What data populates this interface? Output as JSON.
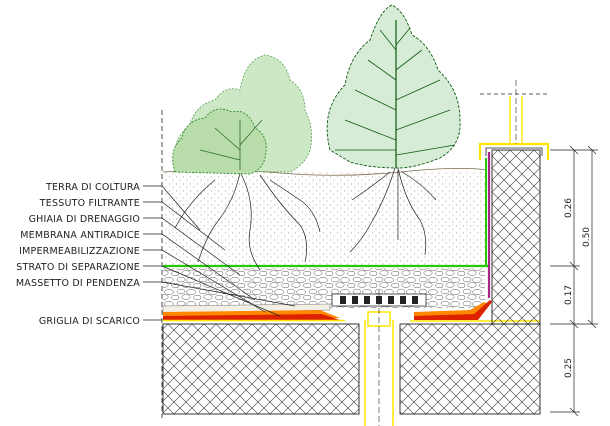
{
  "labels": [
    "TERRA DI COLTURA",
    "TESSUTO FILTRANTE",
    "GHIAIA DI DRENAGGIO",
    "MEMBRANA ANTIRADICE",
    "IMPERMEABILIZZAZIONE",
    "STRATO DI SEPARAZIONE",
    "MASSETTO DI PENDENZA",
    "GRIGLIA DI SCARICO"
  ],
  "dimensions": {
    "soil": "0.26",
    "total": "0.50",
    "drainage": "0.17",
    "slab": "0.25"
  },
  "colors": {
    "green_membrane": "#22cc00",
    "yellow_line": "#ffe600",
    "orange_layer": "#ff8800",
    "red_layer": "#dd2200",
    "purple_membrane": "#aa2288",
    "soil_dots": "#9a8a70",
    "shrub_green": "#2e8b2e",
    "tree_green": "#0f5a0f"
  }
}
